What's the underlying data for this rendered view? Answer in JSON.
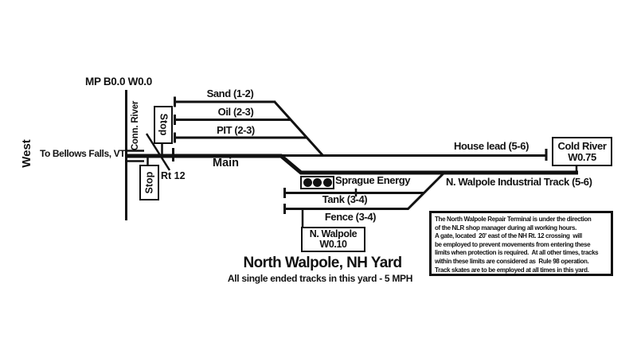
{
  "diagram": {
    "milepost": "MP B0.0 W0.0",
    "west_label": "West",
    "to_bellows": "To Bellows Falls, VT",
    "conn_river": "Conn. River",
    "stop": "Stop",
    "rt12": "Rt 12",
    "main_label": "Main",
    "tracks": {
      "sand": "Sand (1-2)",
      "oil": "Oil (2-3)",
      "pit": "PIT (2-3)",
      "house_lead": "House lead (5-6)",
      "industrial": "N. Walpole Industrial Track (5-6)",
      "tank": "Tank (3-4)",
      "fence": "Fence (3-4)"
    },
    "sprague_label": "Sprague Energy",
    "cold_river_box": {
      "line1": "Cold River",
      "line2": "W0.75"
    },
    "n_walpole_box": {
      "line1": "N. Walpole",
      "line2": "W0.10"
    },
    "title": "North Walpole, NH Yard",
    "subtitle": "All single ended tracks in this yard - 5 MPH",
    "rules": {
      "lines": [
        "The North Walpole Repair Terminal is under the direction",
        "of the NLR shop manager during all working hours.",
        "A gate, located  20' east of the NH Rt. 12 crossing  will",
        "be employed to prevent movements from entering these",
        "limits when protection is required.  At all other times, tracks",
        "within these limits are considered as  Rule 98 operation.",
        "Track skates are to be employed at all times in this yard."
      ]
    },
    "colors": {
      "ink": "#111111",
      "background": "#ffffff"
    }
  }
}
